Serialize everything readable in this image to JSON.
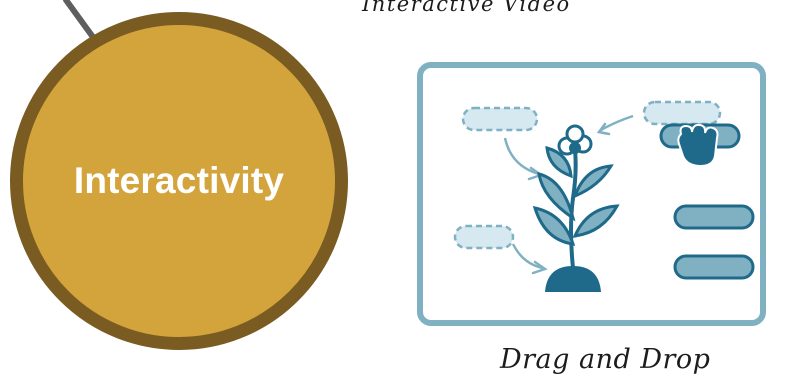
{
  "hub": {
    "label": "Interactivity"
  },
  "captions": {
    "top": "Interactive Video",
    "bottom": "Drag and Drop"
  },
  "colors": {
    "hub_fill": "#d4a43c",
    "hub_border": "#7a5c22",
    "card_border": "#7fb1c3",
    "plant": "#1f6a8a",
    "pill_fill": "#7fb1c3",
    "dashed_fill": "#d6e8f0"
  },
  "illustration": {
    "icon": "drag-and-drop-plant-icon"
  }
}
